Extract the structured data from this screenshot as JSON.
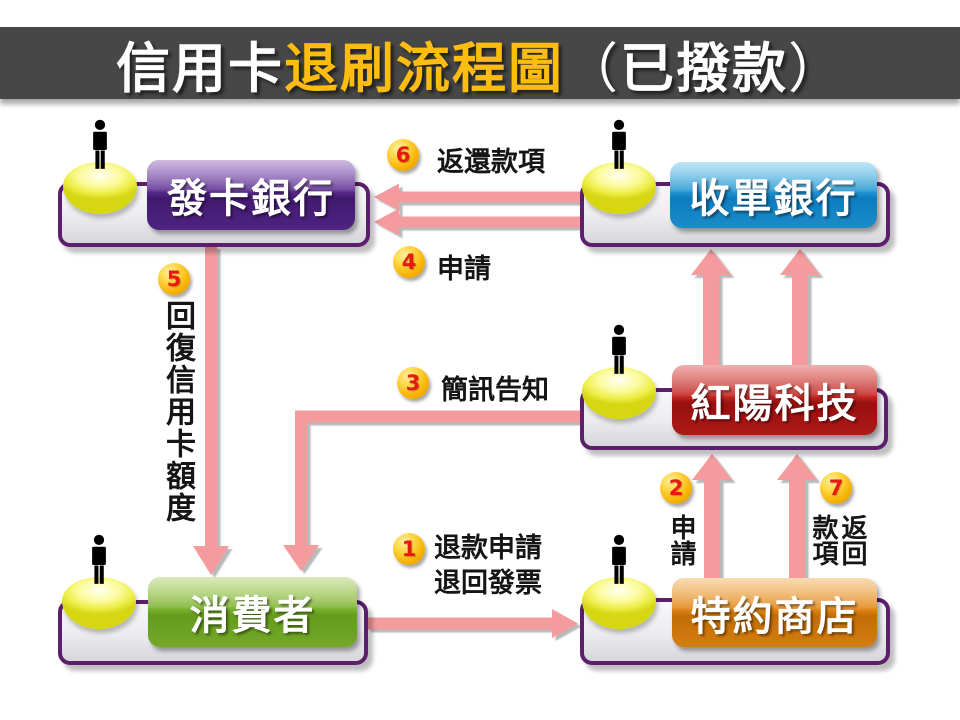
{
  "title": {
    "prefix": "信用卡",
    "highlight": "退刷流程圖",
    "paren_open": "（",
    "paren_text": "已撥款",
    "paren_close": "）"
  },
  "entities": {
    "issuer": {
      "label": "發卡銀行",
      "color": "#5a2b8e"
    },
    "acquirer": {
      "label": "收單銀行",
      "color": "#2496d2"
    },
    "processor": {
      "label": "紅陽科技",
      "color": "#c22824"
    },
    "consumer": {
      "label": "消費者",
      "color": "#7cb22e"
    },
    "merchant": {
      "label": "特約商店",
      "color": "#e28818"
    }
  },
  "steps": {
    "s1": {
      "num": "1",
      "line1": "退款申請",
      "line2": "退回發票"
    },
    "s2": {
      "num": "2",
      "label": "申請"
    },
    "s3": {
      "num": "3",
      "label": "簡訊告知"
    },
    "s4": {
      "num": "4",
      "label": "申請"
    },
    "s5": {
      "num": "5",
      "label": "回復信用卡額度"
    },
    "s6": {
      "num": "6",
      "label": "返還款項"
    },
    "s7": {
      "num": "7",
      "label": "返回款項"
    }
  },
  "colors": {
    "arrow": "#f59b9e",
    "badge": "#f7b301",
    "badge_number": "#e51a10",
    "title_bar": "#474747",
    "title_highlight": "#fdbd10",
    "container_border": "#5b1f6b"
  }
}
